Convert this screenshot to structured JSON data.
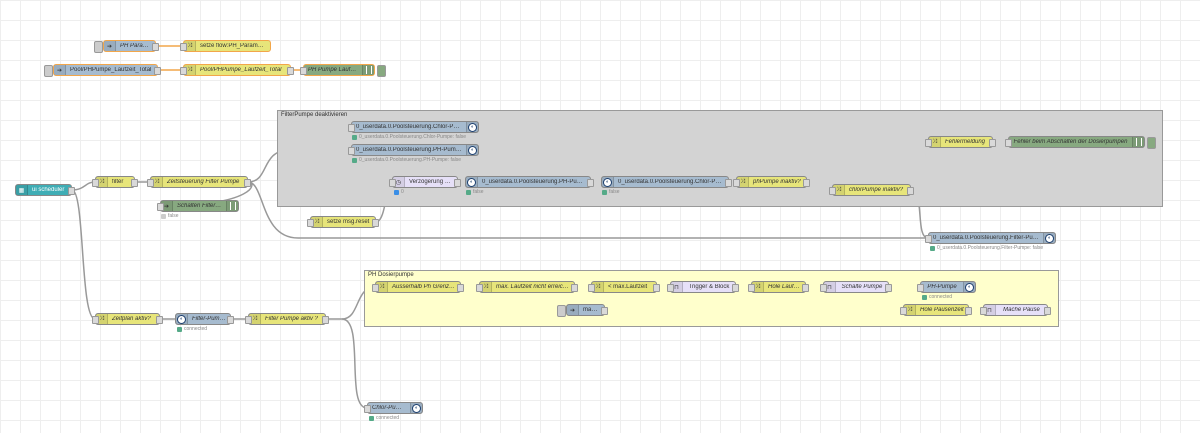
{
  "groups": {
    "filterpumpe": "FilterPumpe deaktivieren",
    "ph_dosierpumpe": "PH Dosierpumpe"
  },
  "nodes": {
    "ph_parameter": "PH Parameter",
    "setze_flow": "setze flow:PH_Parameter",
    "pool_laufzeit_total": "Pool/PHPumpe_Laufzeit_Total",
    "pool_laufzeit_total_fn": "Pool/PHPumpe_Laufzeit_Total",
    "ph_pumpe_laufzeit": "PH Pumpe Laufzeit",
    "chlor_pumpe_state": "0_userdata.0.Poolsteuerung.Chlor-Pumpe",
    "ph_pumpe_state": "0_userdata.0.Poolsteuerung.PH-Pumpe",
    "verzoegerung": "Verzögerung 1m",
    "ph_pumpe_state2": "0_userdata.0.Poolsteuerung.PH-Pumpe",
    "chlor_pumpe_state2": "0_userdata.0.Poolsteuerung.Chlor-Pumpe",
    "phpumpe_inaktiv": "phPumpe inaktiv?",
    "chlorpumpe_inaktiv": "chlorPumpe inaktiv?",
    "fehlermeldung": "Fehlermeldung",
    "fehler_debug": "Fehler beim Abschalten der Dosierpumpen",
    "ui_scheduler": "ui scheduler",
    "filter": "filter",
    "zeitsteuerung": "Zeitsteuerung Filter Pumpe",
    "schalten_filter": "Schalten Filter-Pumpe",
    "setze_msg_reset": "setze msg.reset",
    "filter_pumpe_state": "0_userdata.0.Poolsteuerung.Filter-Pumpe",
    "ausserhalb": "Ausserhalb Ph Grenzen?",
    "max_laufzeit_nicht": "max. Laufzeit nicht erreicht?",
    "kleiner_max_laufzeit": "< max.Laufzeit",
    "trigger_block": "Trigger & Block",
    "hole_laufzeit": "Hole Laufzeit",
    "schalte_pumpe": "Schalte Pumpe",
    "ph_pumpe_out": "PH-Pumpe",
    "manueller_reset": "manueller Reset",
    "hole_pausenzeit": "Hole Pausenzeit",
    "mache_pause": "Mache Pause",
    "zeitplan_aktiv": "Zeitplan aktiv?",
    "filter_pumpe_in": "Filter-Pumpe",
    "filter_pumpe_aktiv": "Filter Pumpe aktiv ?",
    "chlor_pumpe_out": "Chlor-Pumpe"
  },
  "statuses": {
    "chlor_false": "0_userdata.0.Poolsteuerung.Chlor-Pumpe: false",
    "ph_false": "0_userdata.0.Poolsteuerung.PH-Pumpe: false",
    "verz_count": "0",
    "ph_state_false": "false",
    "chlor_state_false": "false",
    "schalten_false": "false",
    "filter_false": "0_userdata.0.Poolsteuerung.Filter-Pumpe: false",
    "ph_connected": "connected",
    "filter_connected": "connected",
    "chlor_connected": "connected"
  },
  "icons": {
    "function": "shuffle-icon",
    "iobroker": "iobroker-circle-icon",
    "debug": "bug-icon",
    "inject": "arrow-right-icon",
    "trigger": "trigger-icon",
    "scheduler": "calendar-icon"
  },
  "colors": {
    "function": "#e7e57a",
    "iobroker": "#a6bbcf",
    "debug": "#87a980",
    "trigger": "#e6e0f8",
    "scheduler": "#3fadb5",
    "group_grey": "#d3d3d3",
    "group_yellow": "#ffffcc",
    "wire": "#999999",
    "wire_orange": "#f2a64a"
  }
}
